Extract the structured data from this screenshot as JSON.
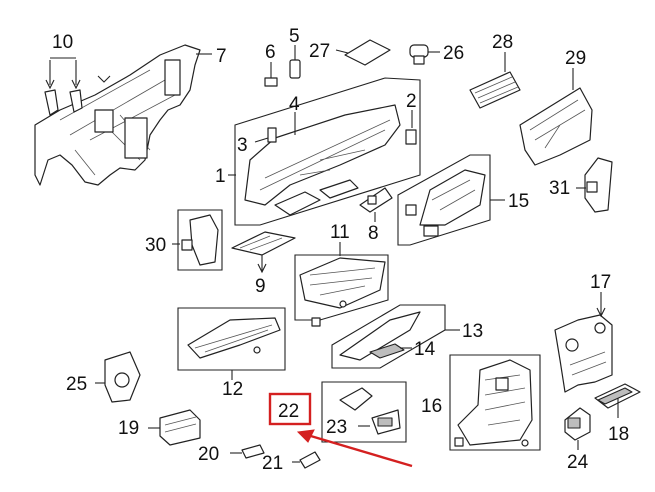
{
  "diagram": {
    "callouts": [
      {
        "id": "1",
        "label": "1"
      },
      {
        "id": "2",
        "label": "2"
      },
      {
        "id": "3",
        "label": "3"
      },
      {
        "id": "4",
        "label": "4"
      },
      {
        "id": "5",
        "label": "5"
      },
      {
        "id": "6",
        "label": "6"
      },
      {
        "id": "7",
        "label": "7"
      },
      {
        "id": "8",
        "label": "8"
      },
      {
        "id": "9",
        "label": "9"
      },
      {
        "id": "10",
        "label": "10"
      },
      {
        "id": "11",
        "label": "11"
      },
      {
        "id": "12",
        "label": "12"
      },
      {
        "id": "13",
        "label": "13"
      },
      {
        "id": "14",
        "label": "14"
      },
      {
        "id": "15",
        "label": "15"
      },
      {
        "id": "16",
        "label": "16"
      },
      {
        "id": "17",
        "label": "17"
      },
      {
        "id": "18",
        "label": "18"
      },
      {
        "id": "19",
        "label": "19"
      },
      {
        "id": "20",
        "label": "20"
      },
      {
        "id": "21",
        "label": "21"
      },
      {
        "id": "22",
        "label": "22"
      },
      {
        "id": "23",
        "label": "23"
      },
      {
        "id": "24",
        "label": "24"
      },
      {
        "id": "25",
        "label": "25"
      },
      {
        "id": "26",
        "label": "26"
      },
      {
        "id": "27",
        "label": "27"
      },
      {
        "id": "28",
        "label": "28"
      },
      {
        "id": "29",
        "label": "29"
      },
      {
        "id": "30",
        "label": "30"
      },
      {
        "id": "31",
        "label": "31"
      }
    ],
    "highlight": {
      "label": "22",
      "color": "#d42020"
    },
    "colors": {
      "line": "#222222",
      "part_fill": "#ffffff",
      "shade": "#bdbdbd"
    }
  }
}
